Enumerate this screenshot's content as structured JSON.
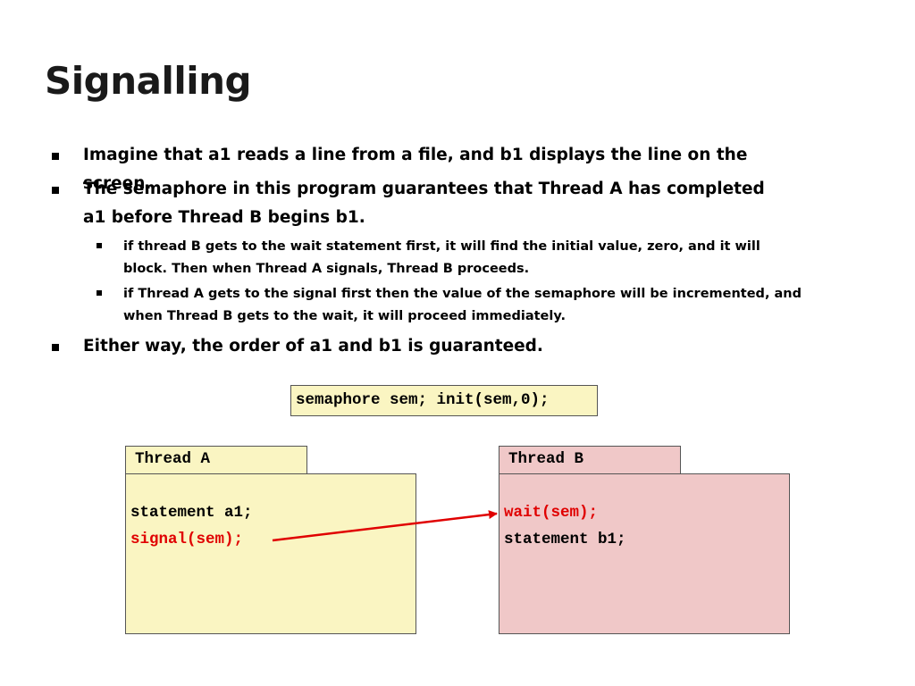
{
  "slide": {
    "title": "Signalling",
    "bullets": [
      "Imagine that a1 reads a line from a file, and b1 displays the line on the screen.",
      "The semaphore in this program guarantees that Thread A has completed a1 before Thread B begins b1.",
      "Either way, the order of a1 and b1 is guaranteed."
    ],
    "sub_bullets": [
      "if thread B gets to the wait statement first, it will find the initial value, zero, and it will block. Then when Thread A signals, Thread B proceeds.",
      "if Thread A gets to the signal first then the value of the semaphore will be incremented, and when Thread B gets to the wait, it will proceed immediately."
    ]
  },
  "code": {
    "init": "semaphore sem; init(sem,0);",
    "thread_a": {
      "label": "Thread A",
      "lines": [
        "statement a1;",
        "signal(sem);"
      ]
    },
    "thread_b": {
      "label": "Thread B",
      "lines": [
        "wait(sem);",
        "statement b1;"
      ]
    }
  },
  "colors": {
    "thread_a_bg": "#faf5c2",
    "thread_b_bg": "#f0c8c8",
    "highlight": "#e00000"
  }
}
